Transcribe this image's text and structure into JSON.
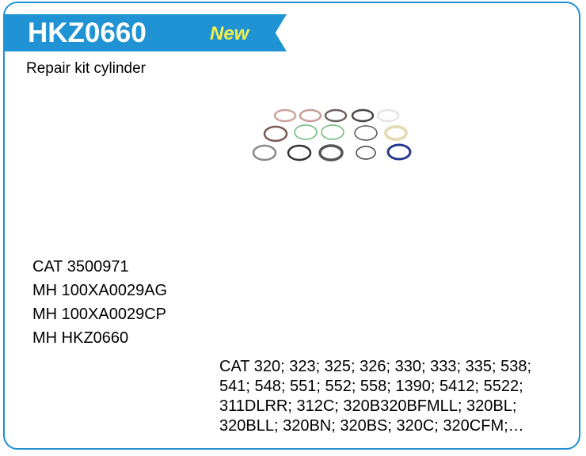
{
  "product": {
    "code": "HKZ0660",
    "badge": "New",
    "description": "Repair kit cylinder"
  },
  "references": [
    "CAT 3500971",
    "MH 100XA0029AG",
    "MH 100XA0029CP",
    "MH HKZ0660"
  ],
  "applications": [
    "CAT 320; 323; 325; 326; 330; 333; 335; 538;",
    "541; 548; 551; 552; 558; 1390; 5412; 5522;",
    "311DLRR; 312C; 320B320BFMLL; 320BL;",
    "320BLL; 320BN; 320BS; 320C; 320CFM;…"
  ],
  "colors": {
    "accent": "#1f93d3",
    "badge": "#f2ee4a"
  }
}
